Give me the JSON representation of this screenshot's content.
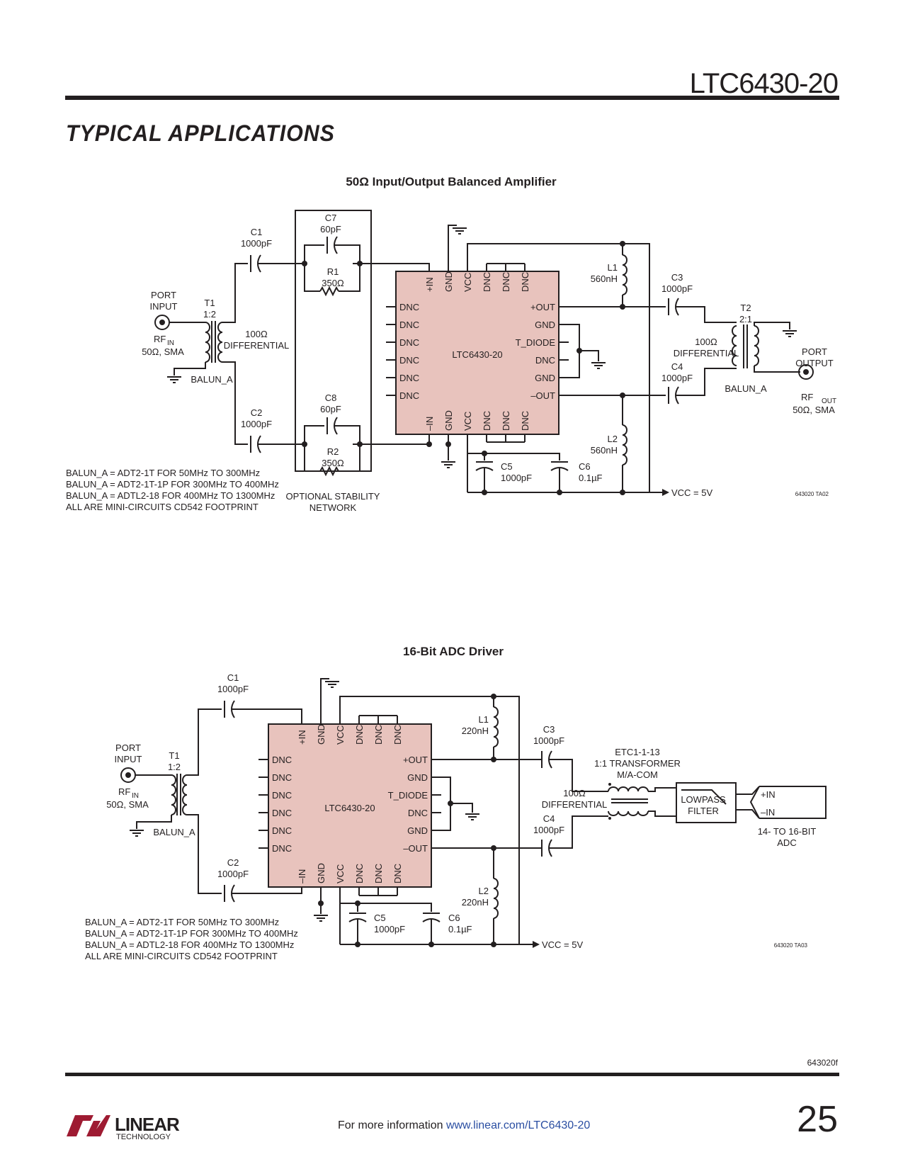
{
  "header": {
    "part": "LTC6430-20",
    "section": "TYPICAL APPLICATIONS"
  },
  "fig1": {
    "title": "50Ω Input/Output Balanced Amplifier",
    "ic": {
      "name": "LTC6430-20",
      "top_pins": [
        "+IN",
        "GND",
        "VCC",
        "DNC",
        "DNC",
        "DNC"
      ],
      "bottom_pins": [
        "–IN",
        "GND",
        "VCC",
        "DNC",
        "DNC",
        "DNC"
      ],
      "left_pins": [
        "DNC",
        "DNC",
        "DNC",
        "DNC",
        "DNC",
        "DNC"
      ],
      "right_pins": [
        "+OUT",
        "GND",
        "T_DIODE",
        "DNC",
        "GND",
        "–OUT"
      ]
    },
    "c1": [
      "C1",
      "1000pF"
    ],
    "c2": [
      "C2",
      "1000pF"
    ],
    "c3": [
      "C3",
      "1000pF"
    ],
    "c4": [
      "C4",
      "1000pF"
    ],
    "c5": [
      "C5",
      "1000pF"
    ],
    "c6": [
      "C6",
      "0.1µF"
    ],
    "c7": [
      "C7",
      "60pF"
    ],
    "c8": [
      "C8",
      "60pF"
    ],
    "r1": [
      "R1",
      "350Ω"
    ],
    "r2": [
      "R2",
      "350Ω"
    ],
    "l1": [
      "L1",
      "560nH"
    ],
    "l2": [
      "L2",
      "560nH"
    ],
    "t1": [
      "T1",
      "1:2"
    ],
    "t2": [
      "T2",
      "2:1"
    ],
    "port_in": [
      "PORT",
      "INPUT"
    ],
    "rf_in": [
      "RF",
      "IN",
      "50Ω, SMA"
    ],
    "port_out": [
      "PORT",
      "OUTPUT"
    ],
    "rf_out": [
      "RF",
      "OUT",
      "50Ω, SMA"
    ],
    "diff_in": [
      "100Ω",
      "DIFFERENTIAL"
    ],
    "diff_out": [
      "100Ω",
      "DIFFERENTIAL"
    ],
    "balun": "BALUN_A",
    "vcc": "VCC = 5V",
    "stability": [
      "OPTIONAL STABILITY",
      "NETWORK"
    ],
    "notes": [
      "BALUN_A = ADT2-1T FOR 50MHz TO 300MHz",
      "BALUN_A = ADT2-1T-1P FOR 300MHz TO 400MHz",
      "BALUN_A = ADTL2-18 FOR 400MHz TO 1300MHz",
      "ALL ARE MINI-CIRCUITS CD542 FOOTPRINT"
    ],
    "code": "643020 TA02"
  },
  "fig2": {
    "title": "16-Bit ADC Driver",
    "c1": [
      "C1",
      "1000pF"
    ],
    "c2": [
      "C2",
      "1000pF"
    ],
    "c3": [
      "C3",
      "1000pF"
    ],
    "c4": [
      "C4",
      "1000pF"
    ],
    "c5": [
      "C5",
      "1000pF"
    ],
    "c6": [
      "C6",
      "0.1µF"
    ],
    "l1": [
      "L1",
      "220nH"
    ],
    "l2": [
      "L2",
      "220nH"
    ],
    "t1": [
      "T1",
      "1:2"
    ],
    "port_in": [
      "PORT",
      "INPUT"
    ],
    "rf_in": [
      "RF",
      "IN",
      "50Ω, SMA"
    ],
    "balun": "BALUN_A",
    "xfmr": [
      "ETC1-1-13",
      "1:1 TRANSFORMER",
      "M/A-COM"
    ],
    "diff": [
      "100Ω",
      "DIFFERENTIAL"
    ],
    "filter": [
      "LOWPASS",
      "FILTER"
    ],
    "adc_pins": [
      "+IN",
      "–IN"
    ],
    "adc": [
      "14- TO 16-BIT",
      "ADC"
    ],
    "vcc": "VCC = 5V",
    "notes": [
      "BALUN_A = ADT2-1T FOR 50MHz TO 300MHz",
      "BALUN_A = ADT2-1T-1P FOR 300MHz TO 400MHz",
      "BALUN_A = ADTL2-18 FOR 400MHz TO 1300MHz",
      "ALL ARE MINI-CIRCUITS CD542 FOOTPRINT"
    ],
    "code": "643020 TA03"
  },
  "footer": {
    "text": "For more information ",
    "link": "www.linear.com/LTC6430-20",
    "page": "25",
    "doc": "643020f",
    "logo_text": "LINEAR",
    "logo_sub": "TECHNOLOGY"
  },
  "colors": {
    "ic_fill": "#e8c3bd",
    "brand": "#9e1b32",
    "ink": "#231f20"
  }
}
